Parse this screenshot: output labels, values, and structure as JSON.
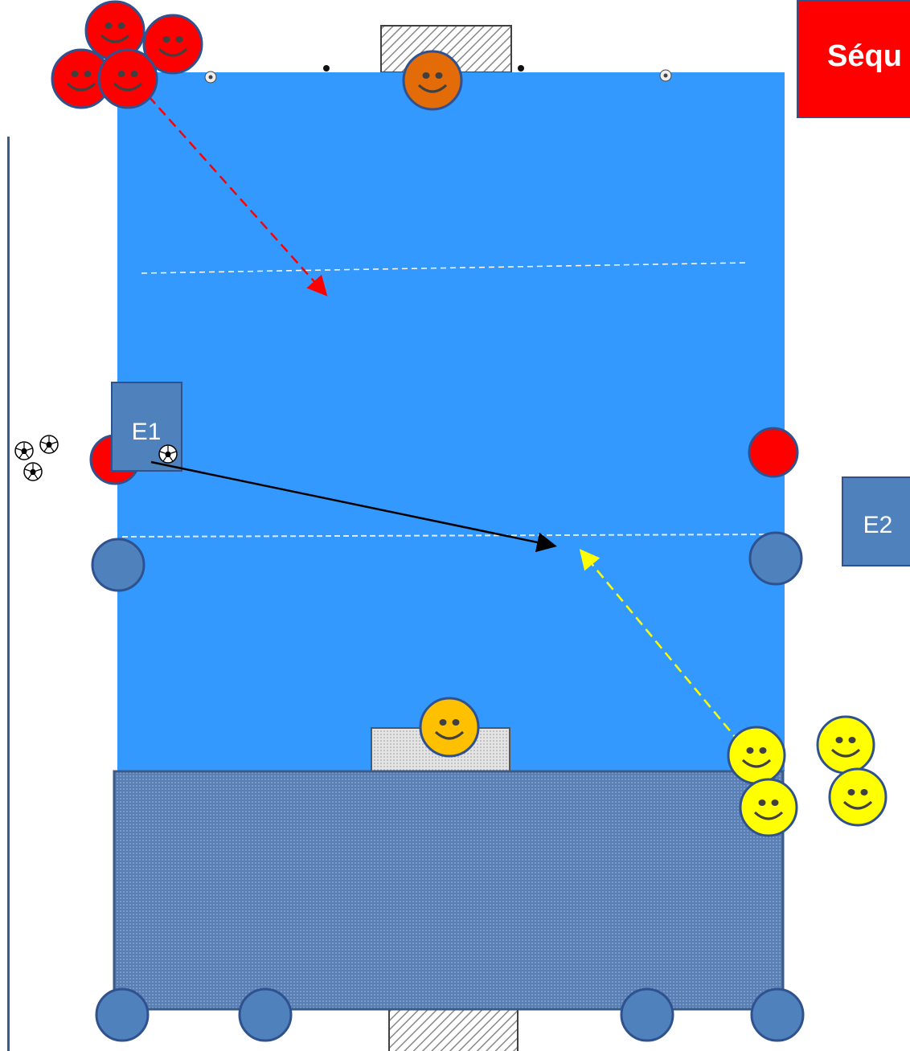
{
  "title": "Séqu",
  "labels": {
    "e1": "E1",
    "e2": "E2"
  },
  "icons": {
    "player": "smiley-face-icon",
    "ball": "soccer-ball-icon",
    "cone": "cone-marker-icon",
    "goal": "goal-icon"
  },
  "colors": {
    "pitch": "#3399FF",
    "team_red": "#FF0000",
    "team_yellow": "#FFFF00",
    "keeper_orange": "#E36C09",
    "keeper_yellow": "#FFC000",
    "disc": "#4F81BD",
    "box": "#4F81BD",
    "title_bg": "#FF0000",
    "pass_arrow": "#000000"
  }
}
